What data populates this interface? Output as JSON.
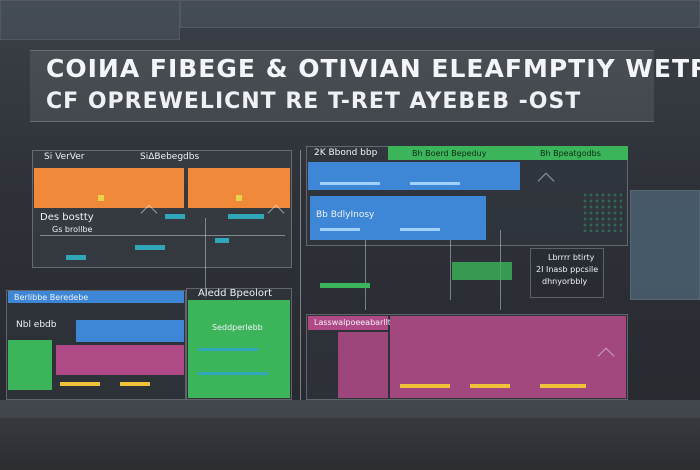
{
  "heading": {
    "line1": "COIИA FIBEGE & OTIVIAN ELEAFMPTIY WETRE",
    "line2": "CF OPREWELICNT RE T-RET AYEBEB -OST"
  },
  "panels": {
    "top_left": {
      "title": "Si VerVer"
    },
    "top_mid": {
      "title": "SiΔBebegdbs"
    },
    "top_right_a": {
      "title": "2K Bbond bbp"
    },
    "top_right_b": {
      "title": "Bh Boerd Bepeduy"
    },
    "top_right_green": {
      "title": "Bh Bpeatgodbs"
    },
    "mid_left": {
      "title": "Des bostty",
      "sub": "Gs brollbe"
    },
    "mid_center": {
      "title": "Bb BdlyInosy"
    },
    "right_box": {
      "line1": "Lbrrrr btirty",
      "line2": "2I Inasb ppcsile",
      "line3": "dhnyorbbly"
    },
    "lower_left": {
      "title": "Berlibbe Beredebe",
      "sub": "Nbl ebdb"
    },
    "lower_mid": {
      "title": "Aledd Bpeolort",
      "sub": "Seddperlebb"
    },
    "lower_right": {
      "title": "Lasswalpoeeabarllt"
    }
  },
  "colors": {
    "orange": "#f08a3a",
    "blue": "#3e86d6",
    "green": "#3cb55a",
    "magenta": "#b04a87",
    "yellow": "#f0c23a",
    "teal": "#2fa7b8"
  }
}
